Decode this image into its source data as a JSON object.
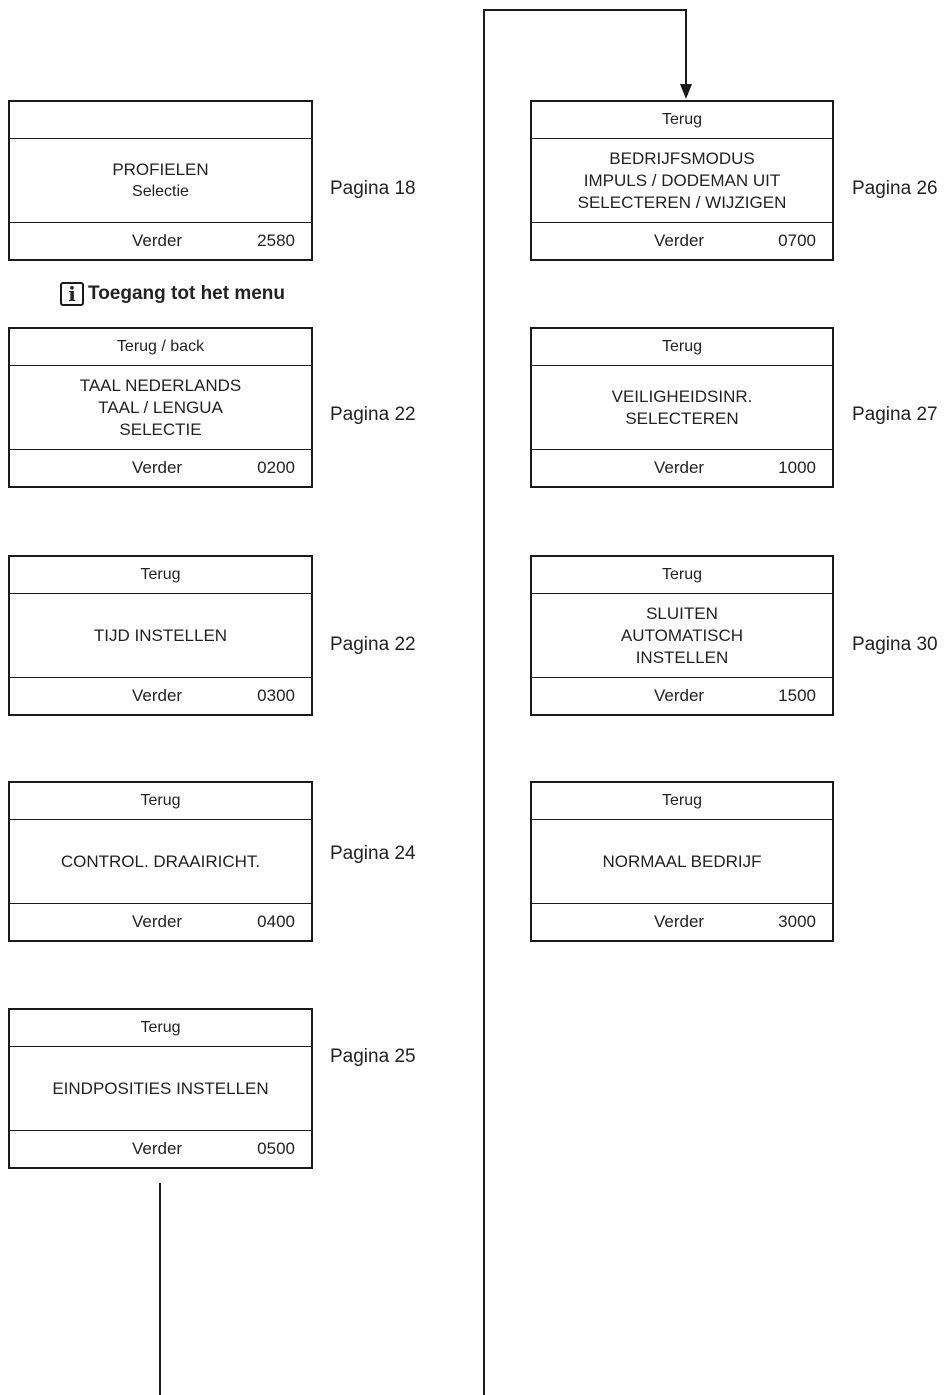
{
  "notice": {
    "icon": "info-icon",
    "text": "Toegang tot het menu"
  },
  "left_column": [
    {
      "header": "",
      "lines": [
        "PROFIELEN",
        "Selectie"
      ],
      "next": "Verder",
      "code": "2580",
      "page": "Pagina 18"
    },
    {
      "header": "Terug / back",
      "lines": [
        "TAAL NEDERLANDS",
        "TAAL / LENGUA",
        "SELECTIE"
      ],
      "next": "Verder",
      "code": "0200",
      "page": "Pagina 22"
    },
    {
      "header": "Terug",
      "lines": [
        "TIJD INSTELLEN"
      ],
      "next": "Verder",
      "code": "0300",
      "page": "Pagina 22"
    },
    {
      "header": "Terug",
      "lines": [
        "CONTROL. DRAAIRICHT."
      ],
      "next": "Verder",
      "code": "0400",
      "page": "Pagina 24"
    },
    {
      "header": "Terug",
      "lines": [
        "EINDPOSITIES INSTELLEN"
      ],
      "next": "Verder",
      "code": "0500",
      "page": "Pagina 25"
    }
  ],
  "right_column": [
    {
      "header": "Terug",
      "lines": [
        "BEDRIJFSMODUS",
        "IMPULS / DODEMAN UIT",
        "SELECTEREN / WIJZIGEN"
      ],
      "next": "Verder",
      "code": "0700",
      "page": "Pagina 26"
    },
    {
      "header": "Terug",
      "lines": [
        "VEILIGHEIDSINR.",
        "SELECTEREN"
      ],
      "next": "Verder",
      "code": "1000",
      "page": "Pagina 27"
    },
    {
      "header": "Terug",
      "lines": [
        "SLUITEN",
        "AUTOMATISCH",
        "INSTELLEN"
      ],
      "next": "Verder",
      "code": "1500",
      "page": "Pagina 30"
    },
    {
      "header": "Terug",
      "lines": [
        "NORMAAL BEDRIJF"
      ],
      "next": "Verder",
      "code": "3000",
      "page": ""
    }
  ]
}
